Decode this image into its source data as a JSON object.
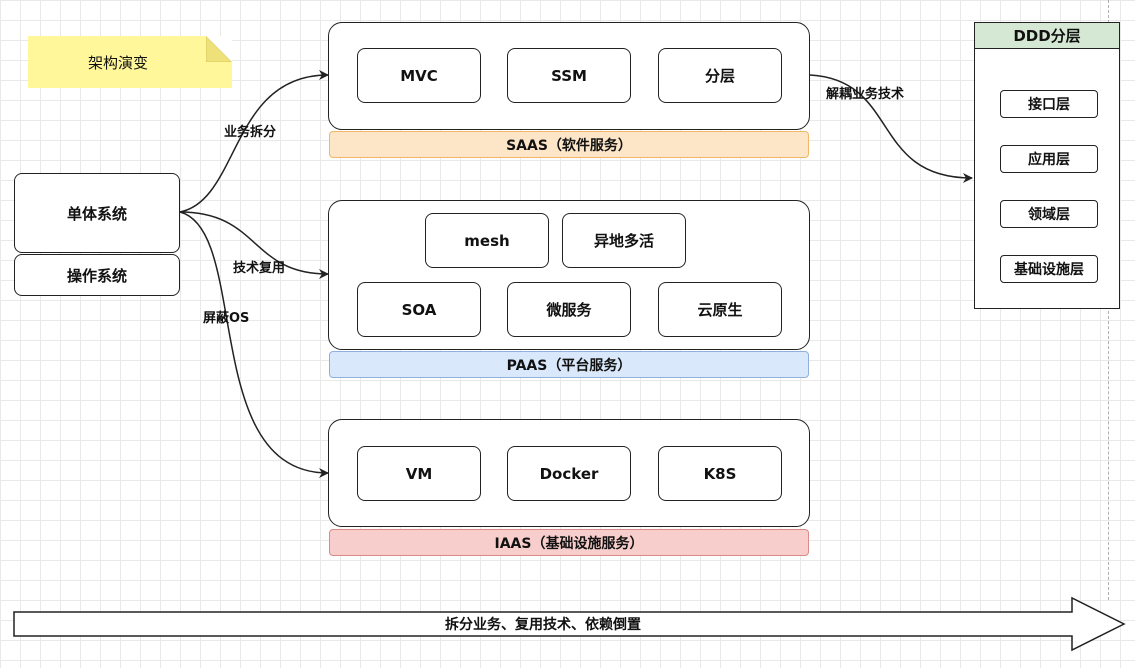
{
  "note": "架构演变",
  "mono": {
    "system": "单体系统",
    "os": "操作系统"
  },
  "edges": {
    "business_split": "业务拆分",
    "tech_reuse": "技术复用",
    "hide_os": "屏蔽OS",
    "decouple": "解耦业务技术"
  },
  "saas": {
    "band": "SAAS（软件服务）",
    "items": [
      "MVC",
      "SSM",
      "分层"
    ]
  },
  "paas": {
    "band": "PAAS（平台服务）",
    "top_items": [
      "mesh",
      "异地多活"
    ],
    "bottom_items": [
      "SOA",
      "微服务",
      "云原生"
    ]
  },
  "iaas": {
    "band": "IAAS（基础设施服务）",
    "items": [
      "VM",
      "Docker",
      "K8S"
    ]
  },
  "ddd": {
    "title": "DDD分层",
    "layers": [
      "接口层",
      "应用层",
      "领域层",
      "基础设施层"
    ]
  },
  "bottom_arrow": "拆分业务、复用技术、依赖倒置",
  "colors": {
    "note": "#fff79a",
    "saas_band": "#fde5c8",
    "saas_band_border": "#f0b867",
    "paas_band": "#dae8fc",
    "paas_band_border": "#8fb0dd",
    "iaas_band": "#f8cecc",
    "iaas_band_border": "#d98b87",
    "ddd_header": "#d5e8d4"
  }
}
